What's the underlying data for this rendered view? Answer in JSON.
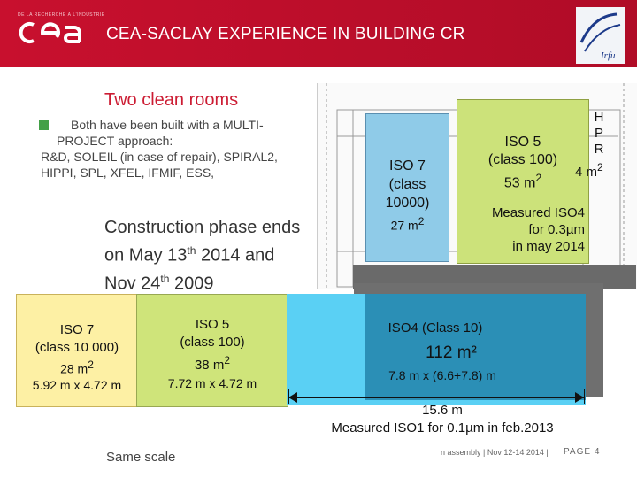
{
  "header": {
    "logo_small_text": "DE LA RECHERCHE À L'INDUSTRIE",
    "logo_text": "cea",
    "title": "CEA-SACLAY EXPERIENCE IN BUILDING CR",
    "partner_logo": "Irfu"
  },
  "intro": {
    "heading": "Two clean rooms",
    "bullet_line1": "Both have been built with a MULTI-",
    "bullet_line2": "PROJECT approach:",
    "bullet_line3": "R&D, SOLEIL (in case of repair), SPIRAL2,",
    "bullet_line4": "HIPPI, SPL, XFEL, IFMIF, ESS,",
    "construction_a": "Construction phase ends",
    "construction_b": "on May 13",
    "construction_b_sup": "th",
    "construction_c": " 2014 and",
    "construction_d": "Nov 24",
    "construction_d_sup": "th",
    "construction_e": " 2009"
  },
  "plan": {
    "iso7_l1": "ISO 7",
    "iso7_l2": "(class",
    "iso7_l3": "10000)",
    "iso7_area": "27 m",
    "iso7_area_sup": "2",
    "iso5_l1": "ISO 5",
    "iso5_l2": "(class 100)",
    "iso5_area": "53 m",
    "iso5_area_sup": "2",
    "measured_l1": "Measured ISO4",
    "measured_l2": "for 0.3µm",
    "measured_l3": "in may 2014",
    "hpr_l1": "H",
    "hpr_l2": "P",
    "hpr_l3": "R",
    "hpr_area": "4 m",
    "hpr_area_sup": "2"
  },
  "bars": {
    "yellow_l1": "ISO 7",
    "yellow_l2": "(class 10 000)",
    "yellow_area": "28 m",
    "yellow_area_sup": "2",
    "yellow_dim": "5.92 m x 4.72 m",
    "green_l1": "ISO 5",
    "green_l2": "(class 100)",
    "green_area": "38 m",
    "green_area_sup": "2",
    "green_dim": "7.72 m x 4.72 m",
    "teal_l1": "ISO4 (Class 10)",
    "teal_area": "112 m²",
    "teal_dim": "7.8 m x (6.6+7.8) m",
    "length": "15.6 m",
    "measured": "Measured ISO1 for 0.1µm in feb.2013"
  },
  "footer": {
    "same_scale": "Same scale",
    "meeting": "n assembly | Nov 12-14 2014 |",
    "page": "PAGE 4"
  },
  "colors": {
    "header_red": "#c8102e",
    "iso7": "#8fcbe8",
    "iso5": "#cfe47a",
    "yellow": "#fdf0a4",
    "cyan": "#5ad0f4",
    "teal": "#2b8fb6"
  }
}
